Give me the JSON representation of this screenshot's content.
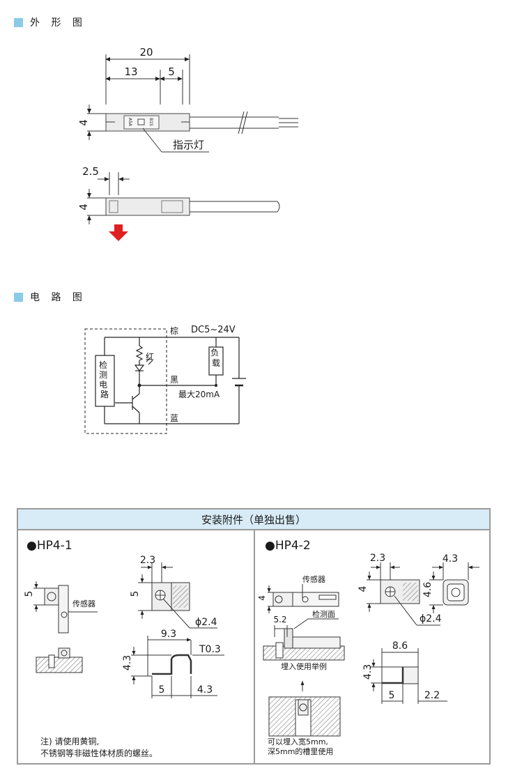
{
  "sections": {
    "outline": "外 形 图",
    "circuit": "电 路 图"
  },
  "outline": {
    "dim_total": "20",
    "dim_a": "13",
    "dim_b": "5",
    "dim_height_top": "4",
    "dim_offset": "2.5",
    "dim_height_bottom": "4",
    "indicator_label": "指示灯",
    "body_marks": [
      "A5A",
      "B1S"
    ]
  },
  "circuit": {
    "supply": "DC5~24V",
    "wire_brown": "棕",
    "wire_black": "黑",
    "wire_blue": "蓝",
    "led_label": "红",
    "max_current": "最大20mA",
    "load_label": "负载",
    "detect_label": "检测电路"
  },
  "accessory": {
    "title": "安装附件（单独出售）",
    "hp41": {
      "name": "●HP4-1",
      "d_2_3": "2.3",
      "d_5_side": "5",
      "d_5_front": "5",
      "d_phi": "ϕ2.4",
      "d_9_3": "9.3",
      "d_t": "T0.3",
      "d_4_3_h": "4.3",
      "d_5_bottom": "5",
      "d_4_3_bottom": "4.3",
      "sensor": "传感器",
      "note1": "注) 请使用黄铜,",
      "note2": "不锈钢等非磁性体材质的螺丝。"
    },
    "hp42": {
      "name": "●HP4-2",
      "d_2_3": "2.3",
      "d_4_3_top": "4.3",
      "d_4": "4",
      "d_4_6": "4.6",
      "d_phi": "ϕ2.4",
      "d_8_6": "8.6",
      "d_4_3_h": "4.3",
      "d_5": "5",
      "d_2_2": "2.2",
      "d_4_left": "4",
      "d_5_2": "5.2",
      "sensor": "传感器",
      "detect_face": "检测面",
      "embed_example": "埋入使用举例",
      "note1": "可以埋入宽5mm,",
      "note2": "深5mm的槽里使用"
    }
  }
}
